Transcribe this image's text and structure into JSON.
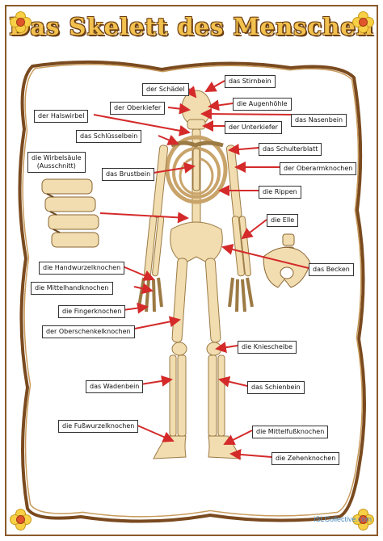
{
  "title": "Das Skelett des Menschen",
  "labels": {
    "schaedel": "der Schädel",
    "stirnbein": "das Stirnbein",
    "oberkiefer": "der Oberkiefer",
    "augenhoehle": "die Augenhöhle",
    "halswirbel": "der Halswirbel",
    "nasenbein": "das Nasenbein",
    "unterkiefer": "der Unterkiefer",
    "schluesselbein": "das Schlüsselbein",
    "schulterblatt": "das Schulterblatt",
    "wirbelsaeule_line1": "die Wirbelsäule",
    "wirbelsaeule_line2": "(Ausschnitt)",
    "brustbein": "das Brustbein",
    "oberarmknochen": "der Oberarmknochen",
    "rippen": "die Rippen",
    "elle": "die Elle",
    "handwurzelknochen": "die Handwurzelknochen",
    "becken": "das Becken",
    "mittelhandknochen": "die Mittelhandknochen",
    "fingerknochen": "die Fingerknochen",
    "oberschenkelknochen": "der Oberschenkelknochen",
    "kniescheibe": "die Kniescheibe",
    "wadenbein": "das Wadenbein",
    "schienbein": "das Schienbein",
    "fusswurzelknochen": "die Fußwurzelknochen",
    "mittelfussknochen": "die Mittelfußknochen",
    "zehenknochen": "die Zehenknochen"
  },
  "footer": "iSLCollective.com",
  "colors": {
    "arrow": "#d42a2a",
    "bone": "#f1ddb0",
    "bone_shadow": "#c9a46a",
    "frame": "#8b5a2b",
    "title_fill": "#f2c14e"
  }
}
